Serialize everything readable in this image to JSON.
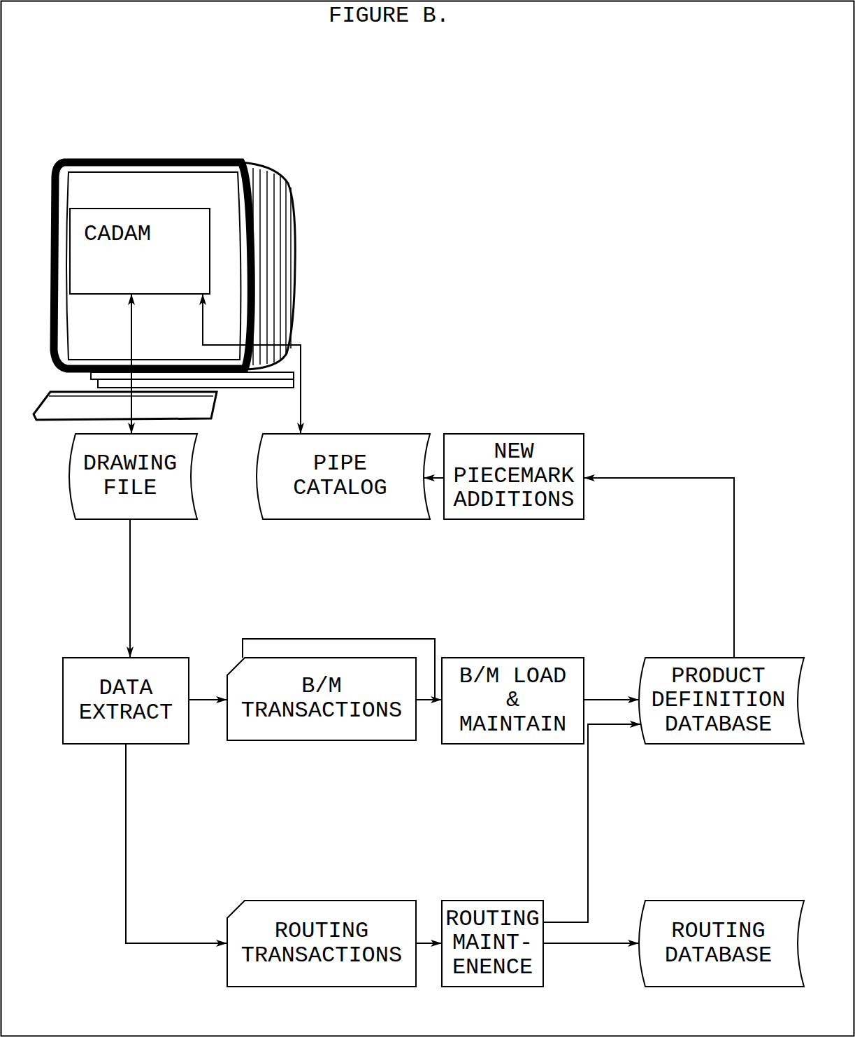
{
  "diagram": {
    "title": "FIGURE B.",
    "nodes": [
      {
        "text": [
          "CADAM"
        ]
      },
      {
        "text": [
          "DRAWING FILE"
        ]
      },
      {
        "text": [
          "PIPE CATALOG"
        ]
      },
      {
        "text": [
          "NEW PIECEMARK ADDITIONS"
        ]
      },
      {
        "text": [
          "DATA EXTRACT"
        ]
      },
      {
        "text": [
          "B/M TRANSACTIONS"
        ]
      },
      {
        "text": [
          "B/M LOAD & MAINTAIN"
        ]
      },
      {
        "text": [
          "PRODUCT DEFINITION DATABASE"
        ]
      },
      {
        "text": [
          "ROUTING TRANSACTIONS"
        ]
      },
      {
        "text": [
          "ROUTING MAINT- ENENCE"
        ]
      },
      {
        "text": [
          "ROUTING DATABASE"
        ]
      }
    ],
    "edges": [
      {
        "from": 0,
        "to": 1,
        "arrow": "both"
      },
      {
        "from": 0,
        "to": 2,
        "arrow": "both"
      },
      {
        "from": 3,
        "to": 2,
        "arrow": "to"
      },
      {
        "from": 1,
        "to": 4,
        "arrow": "to"
      },
      {
        "from": 4,
        "to": 5,
        "arrow": "to"
      },
      {
        "from": 5,
        "to": 6,
        "arrow": "to"
      },
      {
        "from": 6,
        "to": 7,
        "arrow": "to"
      },
      {
        "from": 7,
        "to": 3,
        "arrow": "to"
      },
      {
        "from": 4,
        "to": 8,
        "arrow": "to"
      },
      {
        "from": 8,
        "to": 9,
        "arrow": "to"
      },
      {
        "from": 9,
        "to": 10,
        "arrow": "to"
      },
      {
        "from": 9,
        "to": 7,
        "arrow": "to"
      }
    ]
  }
}
